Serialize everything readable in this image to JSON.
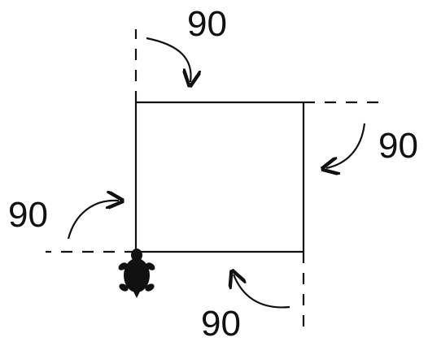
{
  "diagram": {
    "labels": {
      "top": "90",
      "right": "90",
      "left": "90",
      "bottom": "90"
    },
    "icons": {
      "turtle": "turtle-icon",
      "arrows": "curved-arrow-icon"
    },
    "colors": {
      "stroke": "#111111",
      "fill": "#111111",
      "background": "#ffffff"
    }
  }
}
